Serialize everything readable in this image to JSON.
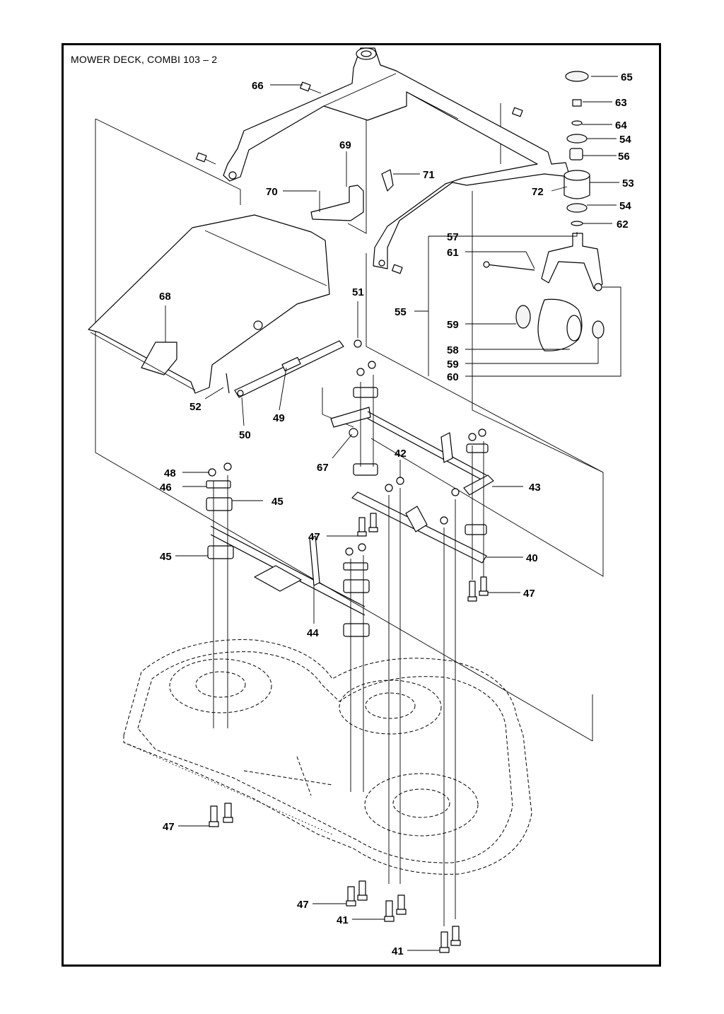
{
  "title": "MOWER DECK, COMBI 103 – 2",
  "callouts": {
    "p65": "65",
    "p63": "63",
    "p64": "64",
    "p54a": "54",
    "p56": "56",
    "p53": "53",
    "p72": "72",
    "p54b": "54",
    "p62": "62",
    "p66": "66",
    "p69": "69",
    "p71": "71",
    "p70": "70",
    "p57": "57",
    "p61": "61",
    "p55": "55",
    "p59a": "59",
    "p58": "58",
    "p59b": "59",
    "p60": "60",
    "p68": "68",
    "p51": "51",
    "p52": "52",
    "p49": "49",
    "p50": "50",
    "p67": "67",
    "p42": "42",
    "p43": "43",
    "p48": "48",
    "p46": "46",
    "p45a": "45",
    "p45b": "45",
    "p47a": "47",
    "p40": "40",
    "p47b": "47",
    "p44": "44",
    "p47c": "47",
    "p47d": "47",
    "p41a": "41",
    "p41b": "41"
  }
}
